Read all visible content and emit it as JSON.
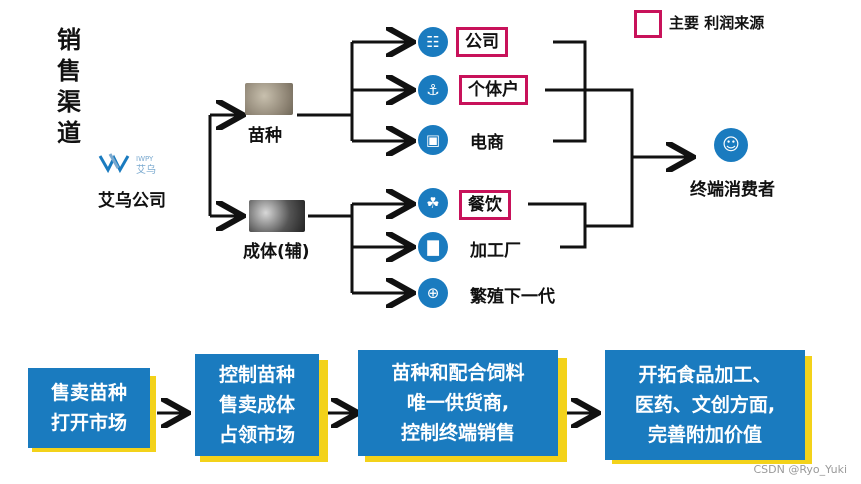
{
  "title": "销售渠道",
  "company": {
    "name": "艾乌公司",
    "logo_text": "艾乌",
    "logo_sub": "IWPY"
  },
  "products": [
    {
      "label": "苗种"
    },
    {
      "label": "成体(辅)"
    }
  ],
  "channels": [
    {
      "label": "公司",
      "icon": "people-icon",
      "main_profit": true
    },
    {
      "label": "个体户",
      "icon": "fisher-icon",
      "main_profit": true
    },
    {
      "label": "电商",
      "icon": "laptop-icon",
      "main_profit": false
    },
    {
      "label": "餐饮",
      "icon": "leaf-icon",
      "main_profit": true
    },
    {
      "label": "加工厂",
      "icon": "factory-icon",
      "main_profit": false
    },
    {
      "label": "繁殖下一代",
      "icon": "globe-icon",
      "main_profit": false
    }
  ],
  "consumer": {
    "label": "终端消费者",
    "icon": "shopper-icon"
  },
  "legend": {
    "label": "主要 利润来源",
    "color": "#c8125a"
  },
  "strategy": [
    {
      "lines": [
        "售卖苗种",
        "打开市场"
      ]
    },
    {
      "lines": [
        "控制苗种",
        "售卖成体",
        "占领市场"
      ]
    },
    {
      "lines": [
        "苗种和配合饲料",
        "唯一供货商,",
        "控制终端销售"
      ]
    },
    {
      "lines": [
        "开拓食品加工、",
        "医药、文创方面,",
        "完善附加价值"
      ]
    }
  ],
  "watermark": "CSDN @Ryo_Yuki",
  "colors": {
    "accent": "#1a7bbf",
    "highlight": "#c8125a",
    "frame": "#f3d21a"
  }
}
